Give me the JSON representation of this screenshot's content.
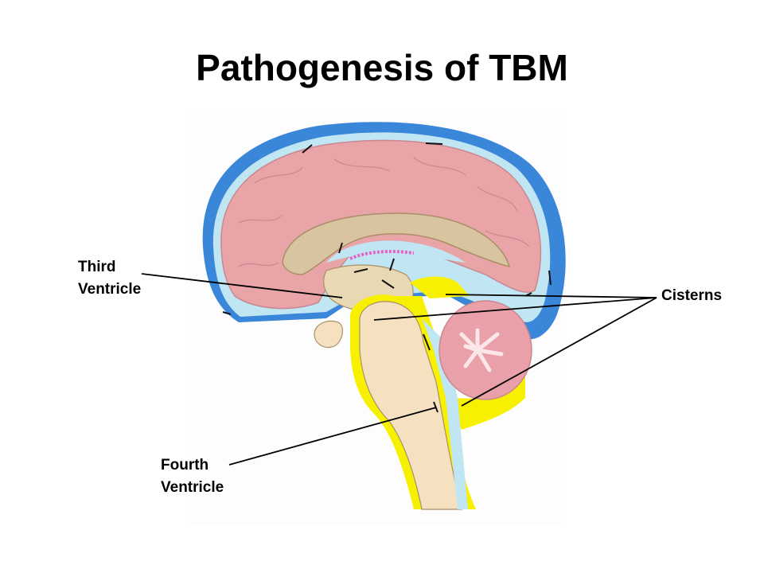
{
  "title": "Pathogenesis of TBM",
  "labels": {
    "third_ventricle": [
      "Third",
      "Ventricle"
    ],
    "fourth_ventricle": [
      "Fourth",
      "Ventricle"
    ],
    "cisterns": "Cisterns"
  },
  "colors": {
    "csf_outer": "#3a86d8",
    "csf_inner": "#bfe6f2",
    "cerebrum": "#e8a4a6",
    "corpus": "#d9c4a0",
    "brainstem": "#f5e1c0",
    "cistern": "#f7f000",
    "choroid": "#e860c8",
    "cerebellum": "#e9a0a8"
  }
}
